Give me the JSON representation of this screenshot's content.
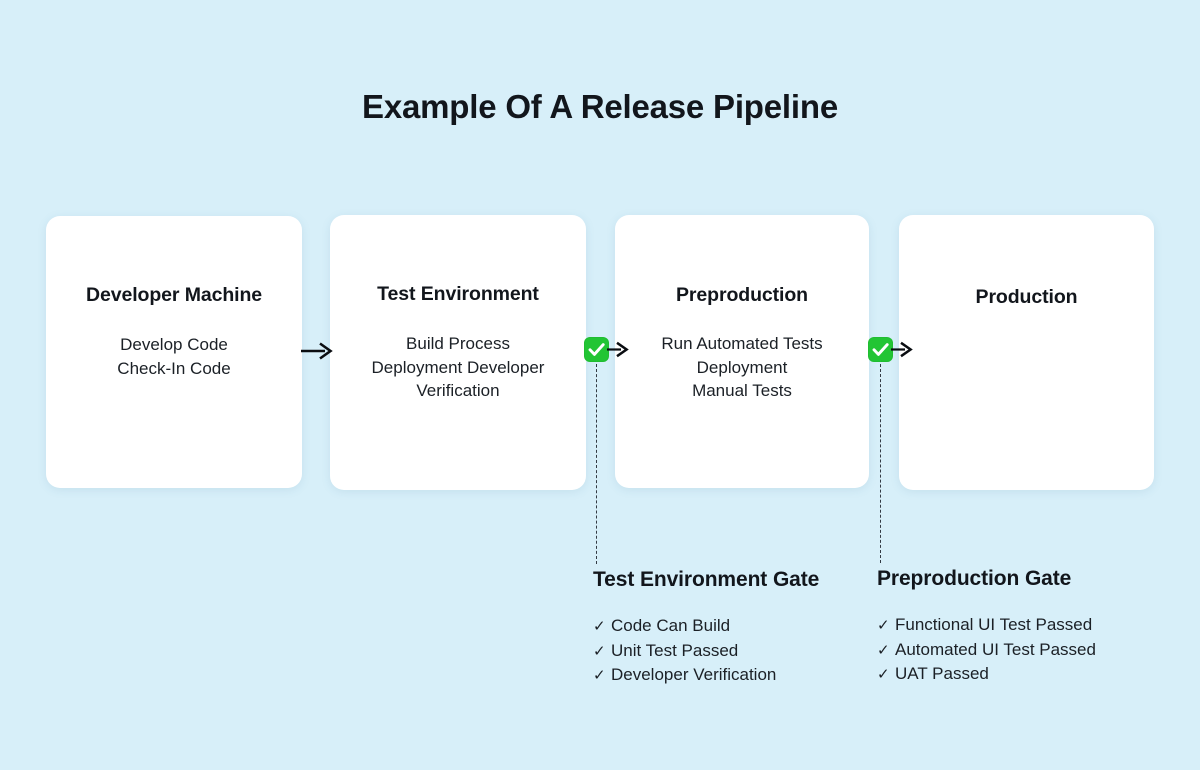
{
  "page": {
    "title": "Example Of A Release Pipeline",
    "background_color": "#d7eff9",
    "text_color": "#12161c",
    "accent_color": "#22c534"
  },
  "stages": [
    {
      "name": "Developer Machine",
      "body": "Develop Code\nCheck-In Code"
    },
    {
      "name": "Test Environment",
      "body": "Build Process\nDeployment Developer\nVerification"
    },
    {
      "name": "Preproduction",
      "body": "Run Automated Tests\nDeployment\nManual Tests"
    },
    {
      "name": "Production",
      "body": ""
    }
  ],
  "connectors": [
    {
      "type": "arrow",
      "icon": "arrow-right-icon"
    },
    {
      "type": "gate",
      "icon": "green-check-badge-icon"
    },
    {
      "type": "gate",
      "icon": "green-check-badge-icon"
    }
  ],
  "gates": [
    {
      "title": "Test Environment Gate",
      "check_glyph": "✓",
      "criteria": [
        "Code Can Build",
        "Unit Test Passed",
        "Developer Verification"
      ]
    },
    {
      "title": "Preproduction Gate",
      "check_glyph": "✓",
      "criteria": [
        "Functional UI Test Passed",
        "Automated UI Test Passed",
        "UAT Passed"
      ]
    }
  ]
}
